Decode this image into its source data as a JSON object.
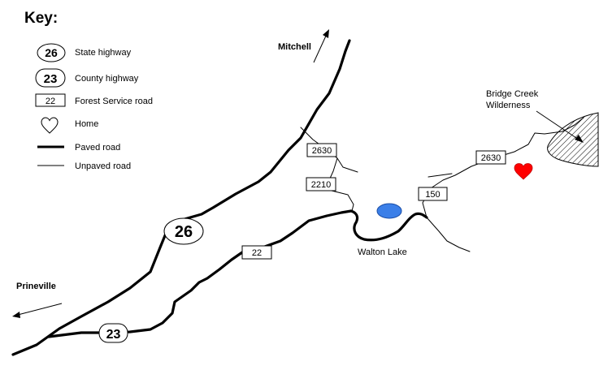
{
  "key": {
    "title": "Key:",
    "items": [
      {
        "symbol": "26",
        "label": "State highway"
      },
      {
        "symbol": "23",
        "label": "County highway"
      },
      {
        "symbol": "22",
        "label": "Forest Service road"
      },
      {
        "symbol": "heart-outline-icon",
        "label": "Home"
      },
      {
        "symbol": "paved-line",
        "label": "Paved road"
      },
      {
        "symbol": "unpaved-line",
        "label": "Unpaved road"
      }
    ]
  },
  "places": {
    "mitchell": "Mitchell",
    "prineville": "Prineville",
    "bridge_creek_line1": "Bridge Creek",
    "bridge_creek_line2": "Wilderness",
    "walton_lake": "Walton Lake"
  },
  "roads": {
    "state_highway": "26",
    "county_highway": "23",
    "forest_roads": [
      "2630",
      "2210",
      "22",
      "150",
      "2630"
    ]
  },
  "colors": {
    "home": "#ff0000",
    "lake": "#3b7fe8",
    "line": "#000000",
    "background": "#ffffff"
  }
}
